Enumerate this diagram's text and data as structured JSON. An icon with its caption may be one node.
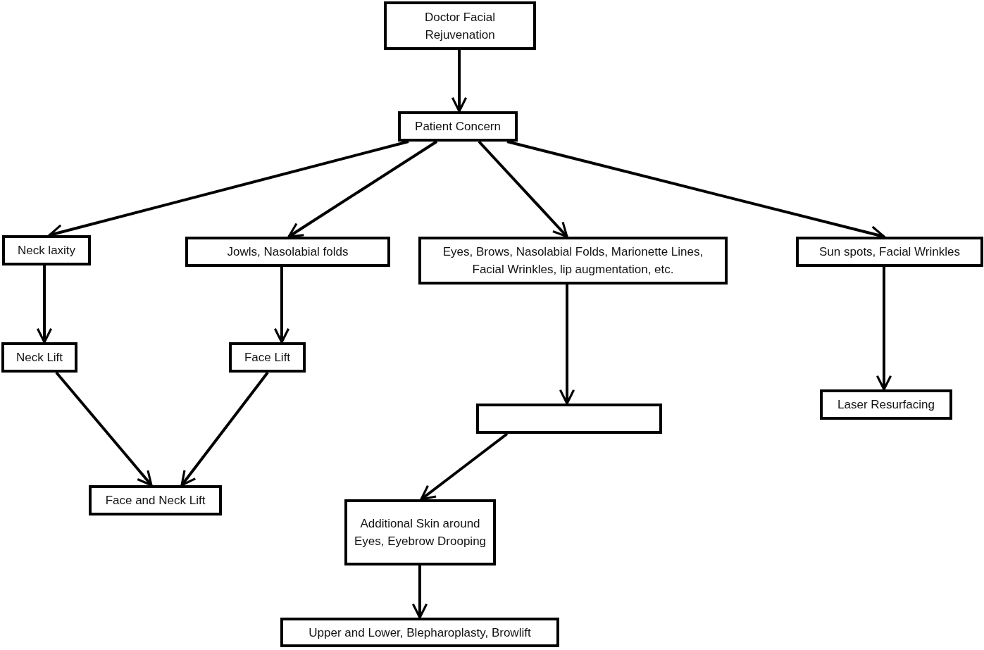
{
  "diagram": {
    "nodes": [
      {
        "text": [
          "Doctor Facial Rejuvenation"
        ]
      },
      {
        "text": [
          "Patient Concern"
        ]
      },
      {
        "text": [
          "Neck laxity"
        ]
      },
      {
        "text": [
          "Jowls, Nasolabial folds"
        ]
      },
      {
        "text": [
          "Eyes, Brows, Nasolabial Folds, Marionette Lines, Facial Wrinkles, lip augmentation, etc."
        ]
      },
      {
        "text": [
          "Sun spots, Facial Wrinkles"
        ]
      },
      {
        "text": [
          "Neck Lift"
        ]
      },
      {
        "text": [
          "Face Lift"
        ]
      },
      {
        "text": [],
        "shape": "box"
      },
      {
        "text": [
          "Laser Resurfacing"
        ]
      },
      {
        "text": [
          "Face and Neck Lift"
        ]
      },
      {
        "text": [
          "Additional Skin around Eyes, Eyebrow Drooping"
        ]
      },
      {
        "text": [
          "Upper and Lower, Blepharoplasty, Browlift"
        ]
      }
    ],
    "edges": [
      {
        "from": 0,
        "to": 1,
        "arrow": "to"
      },
      {
        "from": 1,
        "to": 2,
        "arrow": "to"
      },
      {
        "from": 1,
        "to": 3,
        "arrow": "to"
      },
      {
        "from": 1,
        "to": 4,
        "arrow": "to"
      },
      {
        "from": 1,
        "to": 5,
        "arrow": "to"
      },
      {
        "from": 2,
        "to": 6,
        "arrow": "to"
      },
      {
        "from": 3,
        "to": 7,
        "arrow": "to"
      },
      {
        "from": 4,
        "to": 8,
        "arrow": "to"
      },
      {
        "from": 5,
        "to": 9,
        "arrow": "to"
      },
      {
        "from": 6,
        "to": 10,
        "arrow": "to"
      },
      {
        "from": 7,
        "to": 10,
        "arrow": "to"
      },
      {
        "from": 8,
        "to": 11,
        "arrow": "to"
      },
      {
        "from": 11,
        "to": 12,
        "arrow": "to"
      }
    ]
  }
}
